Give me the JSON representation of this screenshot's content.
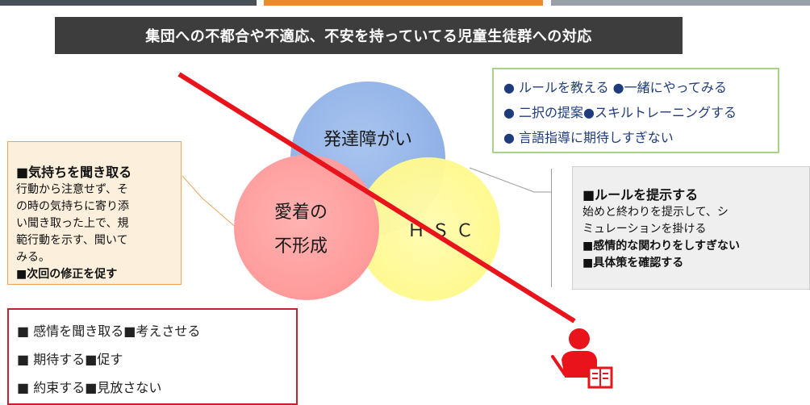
{
  "title": "集団への不都合や不適応、不安を持っていてる児童生徒群への対応",
  "circles": {
    "hattatsu": "発達障がい",
    "aichaku_line1": "愛着の",
    "aichaku_line2": "不形成",
    "hsc": "ＨＳＣ"
  },
  "left_box": {
    "heading": "■気持ちを聞き取る",
    "lines": [
      "行動から注意せず、そ",
      "の時の気持ちに寄り添",
      "い聞き取った上で、規",
      "範行動を示す、聞いて",
      "みる。"
    ],
    "footer": "■次回の修正を促す"
  },
  "right_top_box": {
    "items": [
      "●  ルールを教える  ●一緒にやってみる",
      "●  二択の提案●スキルトレーニングする",
      "●  言語指導に期待しすぎない"
    ]
  },
  "right_box": {
    "heading": "■ルールを提示する",
    "lines": [
      "始めと終わりを提示して、シ",
      "ミュレーションを掛ける"
    ],
    "bold_lines": [
      "■感情的な関わりをしすぎない",
      "■具体策を確認する"
    ]
  },
  "bottom_box": {
    "items": [
      "■  感情を聞き取る■考えさせる",
      "■  期待する■促す",
      "■  約束する■見放さない"
    ]
  },
  "colors": {
    "title_bg": "#3d3d3d",
    "strike_line": "#e8131b",
    "icon_red": "#e8131b"
  },
  "icons": {
    "teacher": "teacher-with-book-icon"
  }
}
